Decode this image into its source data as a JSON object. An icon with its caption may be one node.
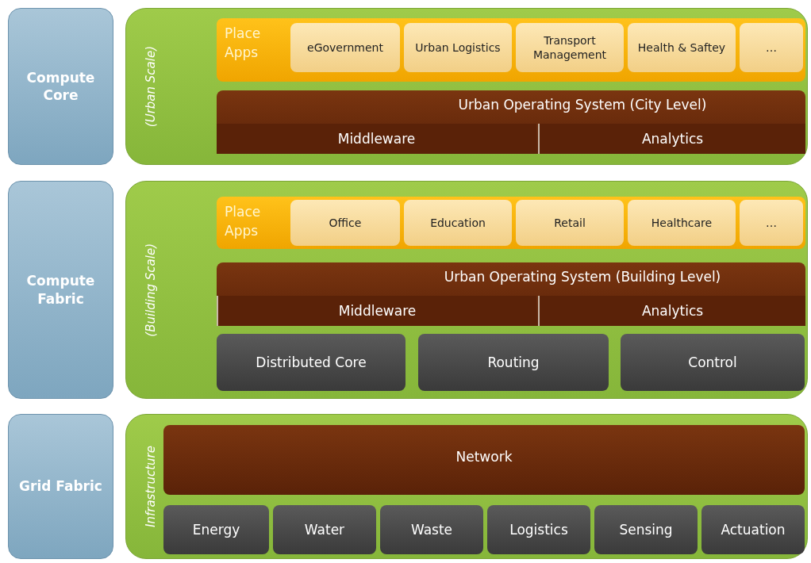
{
  "diagram": {
    "nodes": [
      {
        "text": [
          "Compute Core"
        ]
      },
      {
        "text": [
          "(Urban Scale)"
        ]
      },
      {
        "text": [
          "Place Apps"
        ],
        "in": 1
      },
      {
        "text": [
          "eGovernment"
        ],
        "in": 2
      },
      {
        "text": [
          "Urban Logistics"
        ],
        "in": 2
      },
      {
        "text": [
          "Transport Management"
        ],
        "in": 2
      },
      {
        "text": [
          "Health & Saftey"
        ],
        "in": 2
      },
      {
        "text": [
          "…"
        ],
        "in": 2
      },
      {
        "text": [
          "Urban Operating System (City Level)"
        ],
        "in": 1
      },
      {
        "text": [
          "Middleware"
        ],
        "in": 8
      },
      {
        "text": [
          "Analytics"
        ],
        "in": 8
      },
      {
        "text": [
          "Compute Fabric"
        ]
      },
      {
        "text": [
          "(Building Scale)"
        ]
      },
      {
        "text": [
          "Place Apps"
        ],
        "in": 12
      },
      {
        "text": [
          "Office"
        ],
        "in": 13
      },
      {
        "text": [
          "Education"
        ],
        "in": 13
      },
      {
        "text": [
          "Retail"
        ],
        "in": 13
      },
      {
        "text": [
          "Healthcare"
        ],
        "in": 13
      },
      {
        "text": [
          "…"
        ],
        "in": 13
      },
      {
        "text": [
          "Urban Operating System (Building Level)"
        ],
        "in": 12
      },
      {
        "text": [
          "Middleware"
        ],
        "in": 19
      },
      {
        "text": [
          "Analytics"
        ],
        "in": 19
      },
      {
        "text": [
          "Distributed Core"
        ],
        "in": 12
      },
      {
        "text": [
          "Routing"
        ],
        "in": 12
      },
      {
        "text": [
          "Control"
        ],
        "in": 12
      },
      {
        "text": [
          "Grid Fabric"
        ]
      },
      {
        "text": [
          "Infrastructure"
        ]
      },
      {
        "text": [
          "Network"
        ],
        "in": 26
      },
      {
        "text": [
          "Energy"
        ],
        "in": 26
      },
      {
        "text": [
          "Water"
        ],
        "in": 26
      },
      {
        "text": [
          "Waste"
        ],
        "in": 26
      },
      {
        "text": [
          "Logistics"
        ],
        "in": 26
      },
      {
        "text": [
          "Sensing"
        ],
        "in": 26
      },
      {
        "text": [
          "Actuation"
        ],
        "in": 26
      }
    ],
    "edges": []
  }
}
